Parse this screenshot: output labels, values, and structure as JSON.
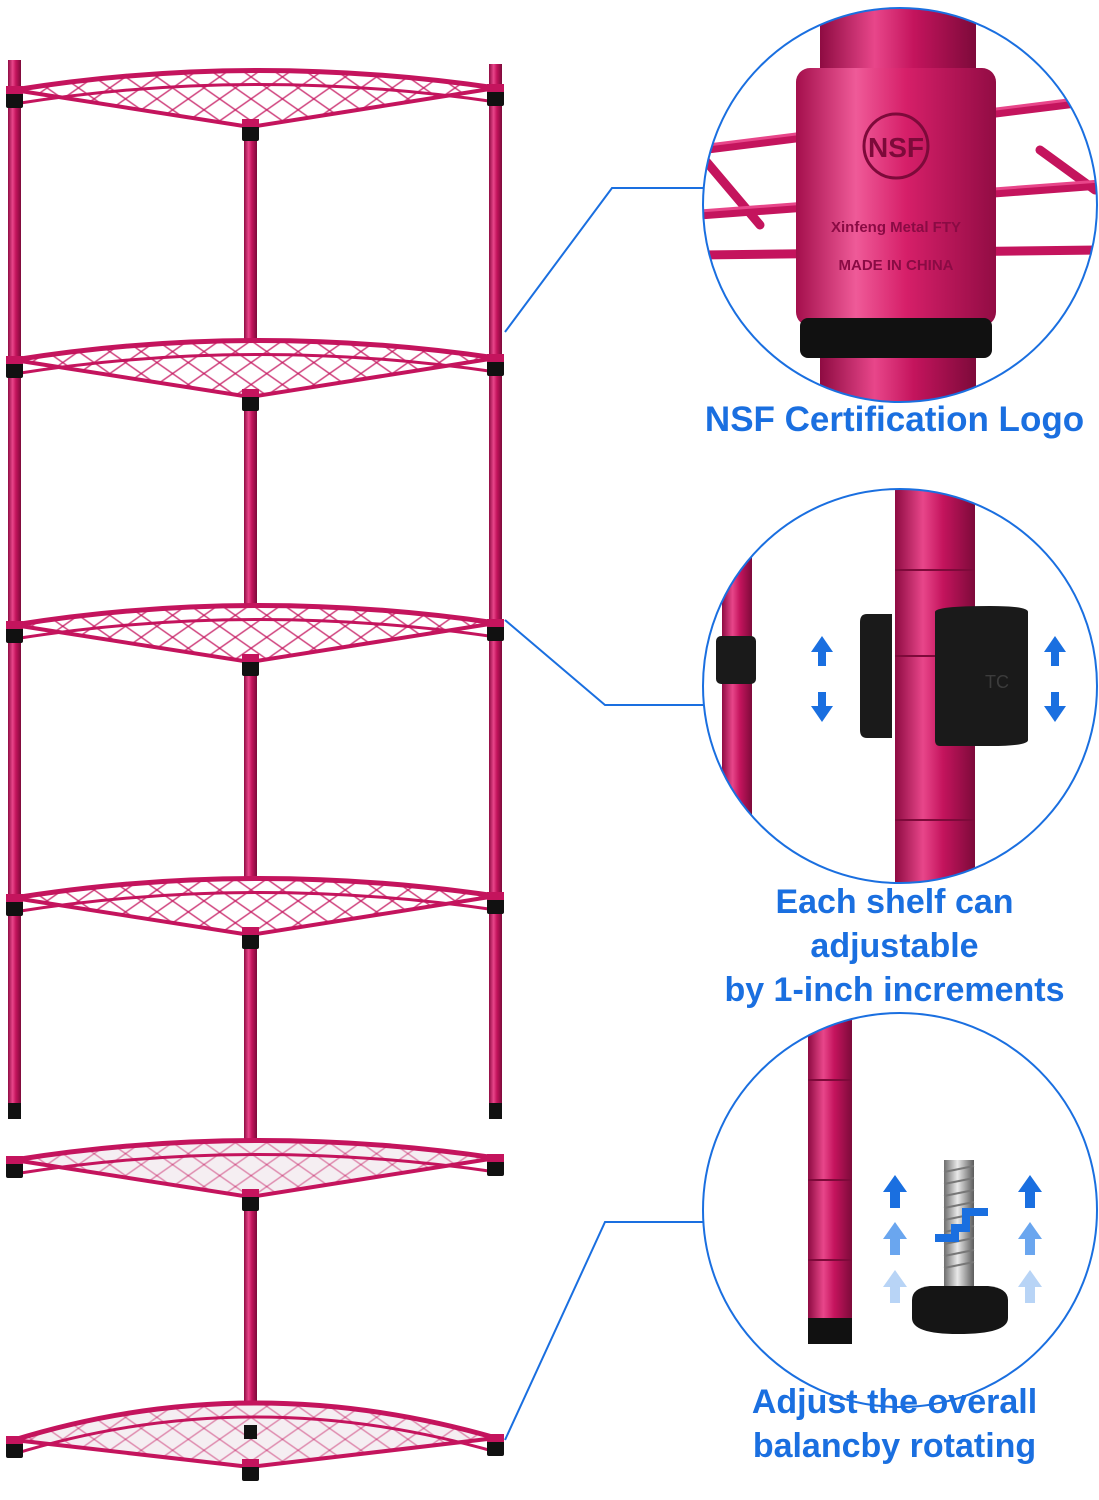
{
  "product": {
    "color_main": "#c4145d",
    "color_highlight": "#e8468a",
    "color_dark": "#8e0b42",
    "accent_blue": "#1a6fe0",
    "shelf_count": 6
  },
  "callouts": [
    {
      "id": "nsf",
      "caption_lines": [
        "NSF Certification Logo"
      ],
      "sleeve_marks": {
        "logo_text": "NSF",
        "maker_line": "Xinfeng Metal FTY",
        "origin_line": "MADE IN CHINA"
      }
    },
    {
      "id": "adjust",
      "caption_lines": [
        "Each shelf can adjustable",
        "by 1-inch increments"
      ]
    },
    {
      "id": "leveler",
      "caption_lines": [
        "Adjust the overall",
        "balancby rotating"
      ]
    }
  ]
}
